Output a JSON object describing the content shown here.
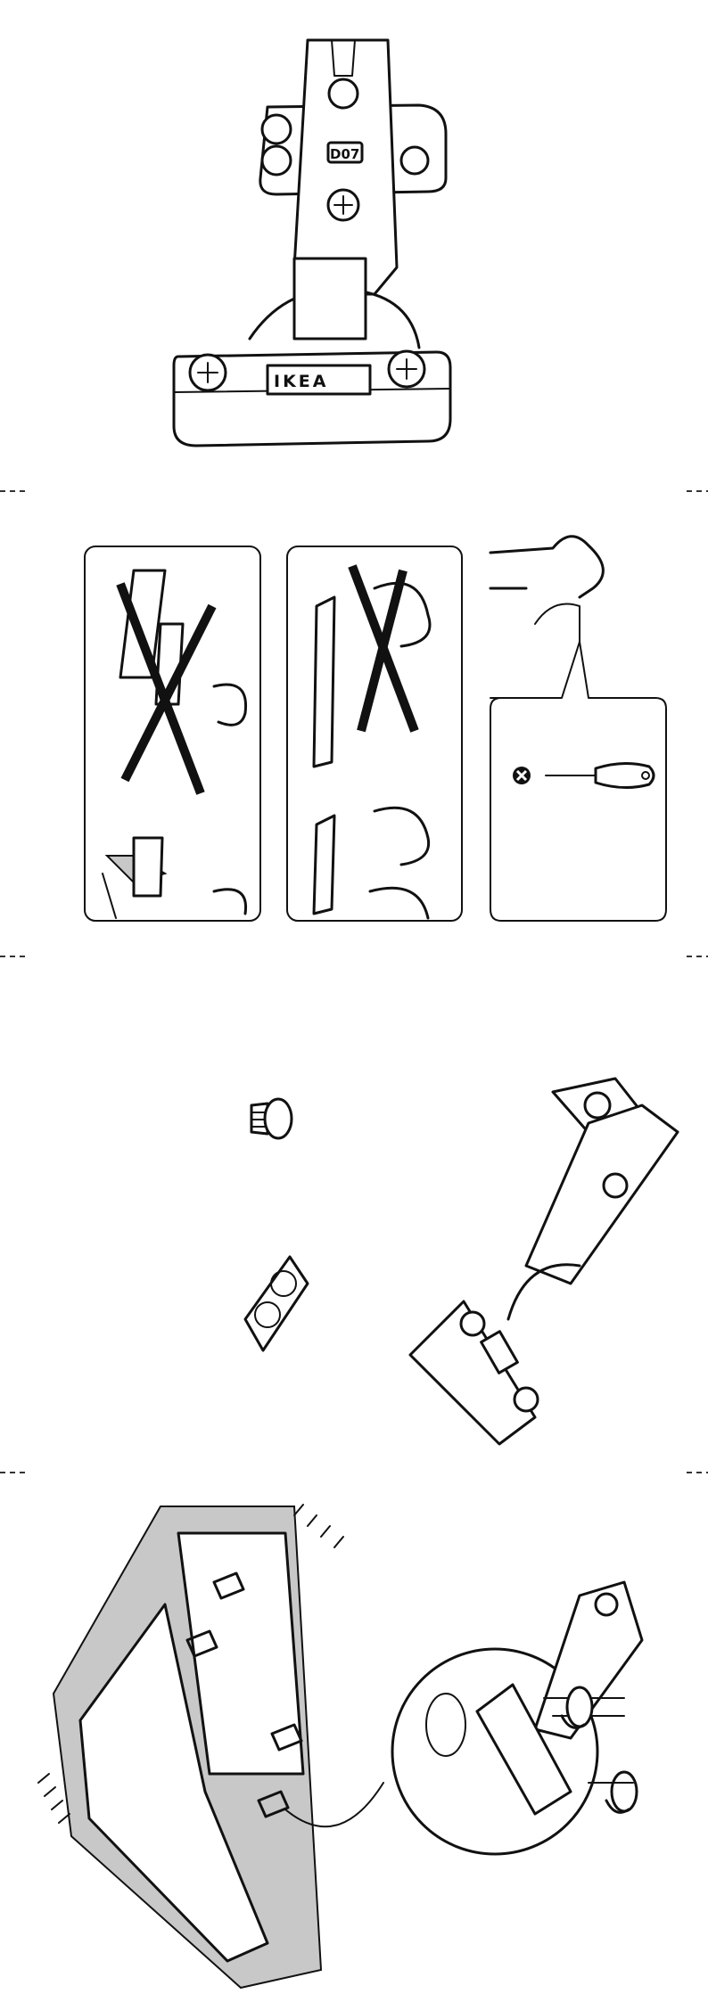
{
  "hinge": {
    "brand_label": "IKEA",
    "code_label": "D07"
  },
  "steps": [
    {
      "name": "hinge-overview"
    },
    {
      "name": "safety-instructions",
      "panels": [
        "do-not-assemble-on-hard-floor",
        "two-person-lifting",
        "tool-needed-screwdriver"
      ]
    },
    {
      "name": "parts-included"
    },
    {
      "name": "mount-hinges-in-cabinet"
    }
  ],
  "icons": {
    "tool": "phillips-screwdriver-icon",
    "no": "cross-mark-icon"
  },
  "colors": {
    "ink": "#111111",
    "shade": "#c8c8c8"
  }
}
